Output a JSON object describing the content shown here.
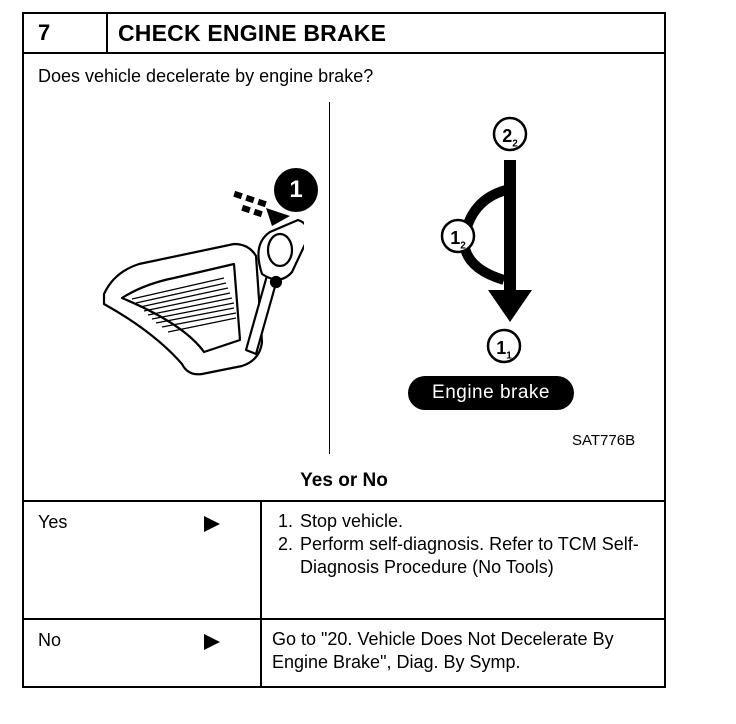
{
  "step": {
    "number": "7",
    "title": "CHECK ENGINE BRAKE"
  },
  "question": "Does vehicle decelerate by engine brake?",
  "figure": {
    "callout_1": "1",
    "position_top": "2",
    "position_top_sub": "2",
    "position_mid": "1",
    "position_mid_sub": "2",
    "position_bottom": "1",
    "position_bottom_sub": "1",
    "badge": "Engine brake",
    "code": "SAT776B"
  },
  "answer_prompt": "Yes or No",
  "results": {
    "yes": {
      "label": "Yes",
      "steps": [
        "Stop vehicle.",
        "Perform self-diagnosis. Refer to TCM Self-Diagnosis Procedure (No Tools)"
      ]
    },
    "no": {
      "label": "No",
      "text": "Go to \"20. Vehicle Does Not Decelerate By Engine Brake\", Diag. By Symp."
    }
  },
  "colors": {
    "ink": "#000000",
    "paper": "#ffffff"
  }
}
